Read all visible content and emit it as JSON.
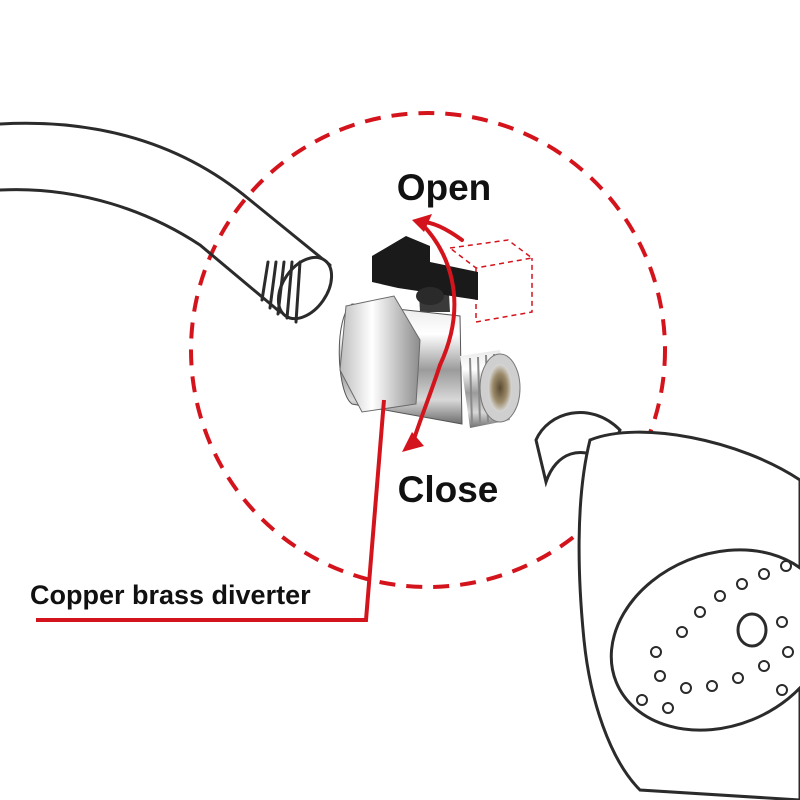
{
  "labels": {
    "open": "Open",
    "close": "Close",
    "callout": "Copper brass diverter"
  },
  "colors": {
    "accent_red": "#d4141c",
    "outline": "#2b2b2b",
    "chrome_light": "#f4f4f4",
    "chrome_dark": "#8a8a8a",
    "handle": "#1a1a1a"
  },
  "icons": {
    "shower_arm": "shower-arm-pipe-icon",
    "valve": "diverter-valve-icon",
    "shower_head": "shower-head-icon"
  }
}
